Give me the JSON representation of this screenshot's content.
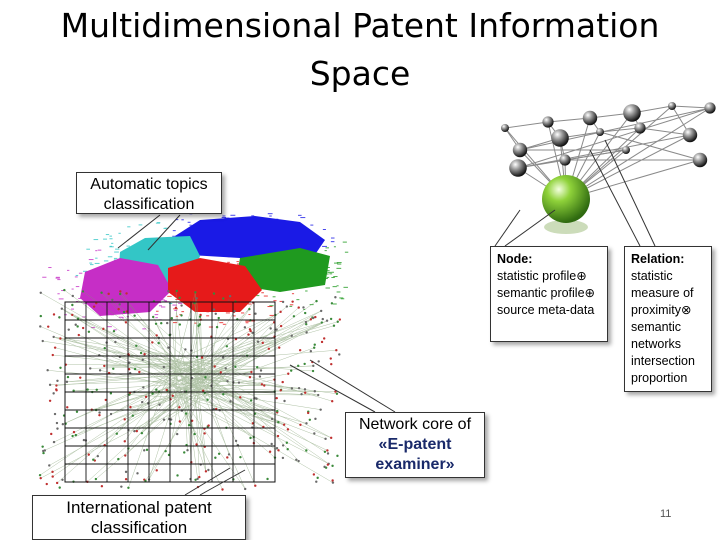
{
  "title": {
    "line1": "Multidimensional Patent Information",
    "line2": "Space"
  },
  "callouts": {
    "topics": {
      "line1": "Automatic topics",
      "line2": "classification"
    },
    "node": {
      "heading": "Node:",
      "body": "statistic profile⊕ semantic profile⊕ source meta-data"
    },
    "relation": {
      "heading": "Relation:",
      "body": "statistic measure of proximity⊗ semantic networks intersection proportion"
    },
    "network": {
      "line1": "Network core of",
      "line2": "«E-patent",
      "line3": "examiner»"
    },
    "ipc": {
      "line1": "International patent",
      "line2": "classification"
    }
  },
  "page_number": "11",
  "colors": {
    "blue": "#1a1ae6",
    "cyan": "#33c6c6",
    "green": "#1f9a1f",
    "magenta": "#c62ec6",
    "red": "#e61a1a",
    "node_green": "#7cc62e"
  }
}
